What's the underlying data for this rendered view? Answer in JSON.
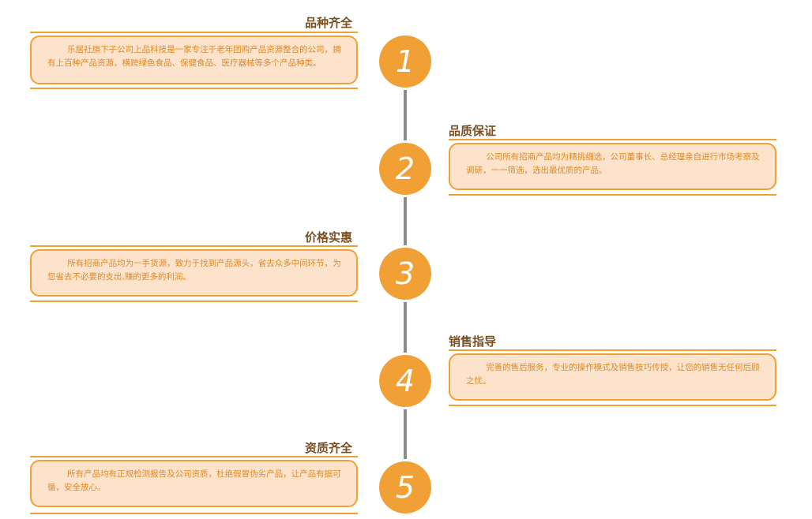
{
  "steps": [
    {
      "number": "1",
      "title": "品种齐全",
      "text": "乐居社旗下子公司上品科技是一家专注于老年团购产品资源整合的公司，拥有上百种产品资源，横跨绿色食品、保健食品、医疗器械等多个产品种类。"
    },
    {
      "number": "2",
      "title": "品质保证",
      "text": "公司所有招商产品均为精挑细选，公司董事长、总经理亲自进行市场考察及调研，一一筛选，选出最优质的产品。"
    },
    {
      "number": "3",
      "title": "价格实惠",
      "text": "所有招商产品均为一手货源，致力于找到产品源头，省去众多中间环节，为您省去不必要的支出,赚的更多的利润。"
    },
    {
      "number": "4",
      "title": "销售指导",
      "text": "完善的售后服务，专业的操作模式及销售技巧传授，让您的销售无任何后顾之忧。"
    },
    {
      "number": "5",
      "title": "资质齐全",
      "text": "所有产品均有正规检测报告及公司资质，杜绝假冒伪劣产品，让产品有据可循，安全放心。"
    }
  ],
  "colors": {
    "accent": "#f0a035",
    "box_fill": "#fde3cc",
    "title_text": "#7a4f22",
    "body_text": "#e08a25",
    "line": "#8c8c8c"
  }
}
